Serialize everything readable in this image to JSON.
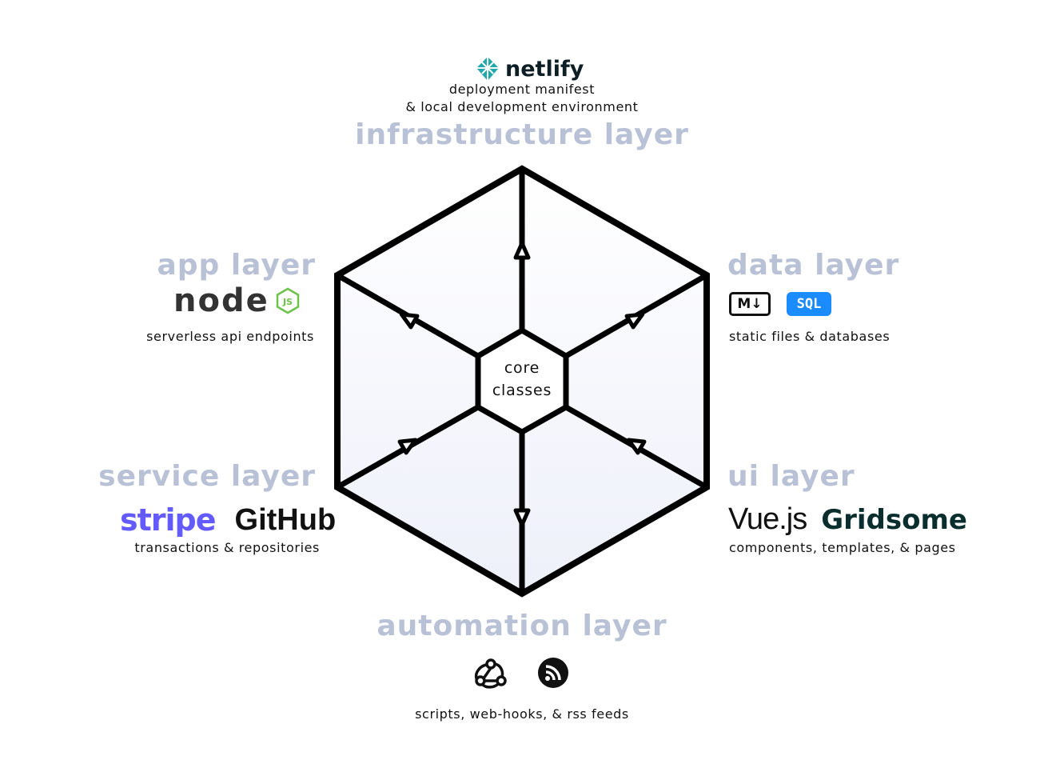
{
  "center": {
    "line1": "core",
    "line2": "classes"
  },
  "infrastructure": {
    "title": "infrastructure layer",
    "logo_text": "netlify",
    "caption_line1": "deployment manifest",
    "caption_line2": "& local development environment"
  },
  "app": {
    "title": "app layer",
    "logo_text": "node",
    "logo_badge": "JS",
    "caption": "serverless api endpoints"
  },
  "data": {
    "title": "data layer",
    "badge_markdown": "M↓",
    "badge_sql": "SQL",
    "caption": "static files & databases"
  },
  "service": {
    "title": "service layer",
    "logo_stripe": "stripe",
    "logo_github": "GitHub",
    "caption": "transactions & repositories"
  },
  "ui": {
    "title": "ui layer",
    "logo_vue": "Vue.js",
    "logo_gridsome": "Gridsome",
    "caption": "components, templates, & pages"
  },
  "automation": {
    "title": "automation layer",
    "icons": [
      "webhook-icon",
      "rss-icon"
    ],
    "caption": "scripts, web-hooks, & rss feeds"
  },
  "colors": {
    "layer_title": "#b9c1d6",
    "hex_fill": "#f5f6fc",
    "stroke": "#000000",
    "stripe": "#635bff",
    "sql_badge": "#1a8cff",
    "netlify": "#20a8ac",
    "node_green": "#6cc24a",
    "gridsome": "#0a2e2e"
  }
}
